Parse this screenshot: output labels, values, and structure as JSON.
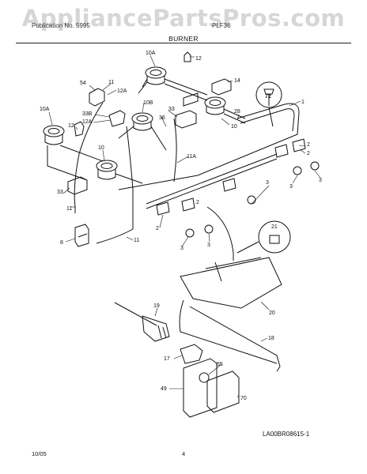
{
  "watermark": "AppliancePartsPros.com",
  "header": {
    "left": "Publication No. 5995",
    "right": "PLF36",
    "section_title": "BURNER"
  },
  "diagram_code": "LA00BR08615-1",
  "footer": {
    "date": "10/05",
    "page": "4"
  },
  "callouts": [
    "10A",
    "12",
    "14",
    "54",
    "11",
    "12A",
    "10B",
    "72",
    "1",
    "10A",
    "33B",
    "12A",
    "33",
    "36",
    "12",
    "28",
    "10",
    "10",
    "2",
    "2",
    "11A",
    "3",
    "3",
    "33",
    "11",
    "2",
    "3",
    "3",
    "2",
    "3",
    "8",
    "11",
    "21",
    "20",
    "19",
    "18",
    "17",
    "55",
    "49",
    "70"
  ]
}
